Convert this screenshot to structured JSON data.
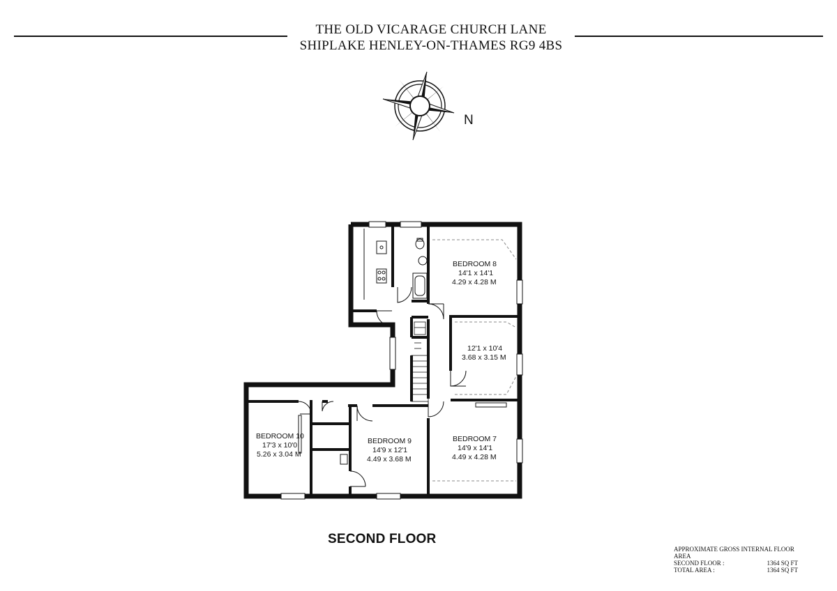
{
  "header": {
    "line1": "THE OLD VICARAGE CHURCH LANE",
    "line2": "SHIPLAKE HENLEY-ON-THAMES RG9 4BS"
  },
  "compass": {
    "label": "N",
    "icon": "compass-rose-icon"
  },
  "rooms": {
    "bedroom8": {
      "name": "BEDROOM 8",
      "imperial": "14'1 x 14'1",
      "metric": "4.29 x 4.28 M"
    },
    "unnamed": {
      "imperial": "12'1 x 10'4",
      "metric": "3.68 x 3.15 M"
    },
    "bedroom7": {
      "name": "BEDROOM 7",
      "imperial": "14'9 x 14'1",
      "metric": "4.49 x 4.28 M"
    },
    "bedroom9": {
      "name": "BEDROOM 9",
      "imperial": "14'9 x 12'1",
      "metric": "4.49 x 3.68 M"
    },
    "bedroom10": {
      "name": "BEDROOM 10",
      "imperial": "17'3 x 10'0",
      "metric": "5.26 x 3.04 M"
    }
  },
  "floor_label": "SECOND FLOOR",
  "area": {
    "heading": "APPROXIMATE GROSS INTERNAL FLOOR AREA",
    "rows": [
      {
        "label": "SECOND FLOOR :",
        "value": "1364 SQ FT"
      },
      {
        "label": "TOTAL AREA :",
        "value": "1364 SQ FT"
      }
    ]
  },
  "colors": {
    "wall": "#111111",
    "background": "#ffffff",
    "dashed": "#888888"
  }
}
